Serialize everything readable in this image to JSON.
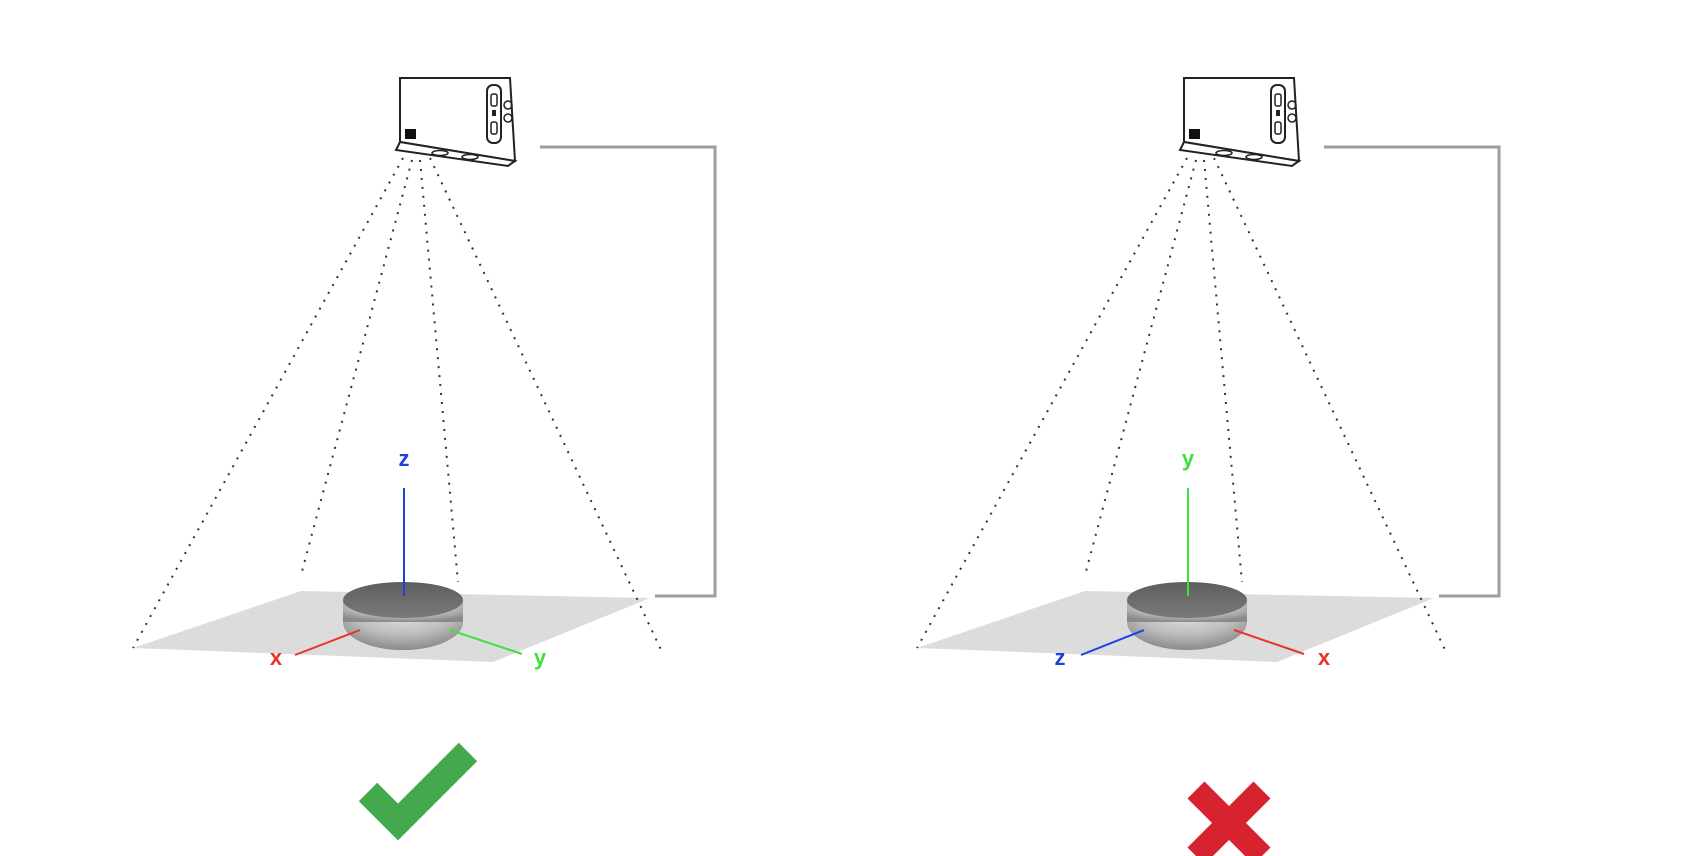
{
  "colors": {
    "x_axis": "#e8342b",
    "y_axis": "#3fe03a",
    "z_axis": "#1f3fe6",
    "check": "#44a84c",
    "cross": "#d6232f",
    "table": "#dcdcdc",
    "bracket": "#9e9e9e",
    "fov_lines": "#333333"
  },
  "panels": [
    {
      "id": "correct",
      "verdict": "correct",
      "verdict_icon": "check-icon",
      "axes": {
        "up": "z",
        "left": "x",
        "right": "y"
      }
    },
    {
      "id": "incorrect",
      "verdict": "incorrect",
      "verdict_icon": "cross-icon",
      "axes": {
        "up": "y",
        "left": "z",
        "right": "x"
      }
    }
  ]
}
